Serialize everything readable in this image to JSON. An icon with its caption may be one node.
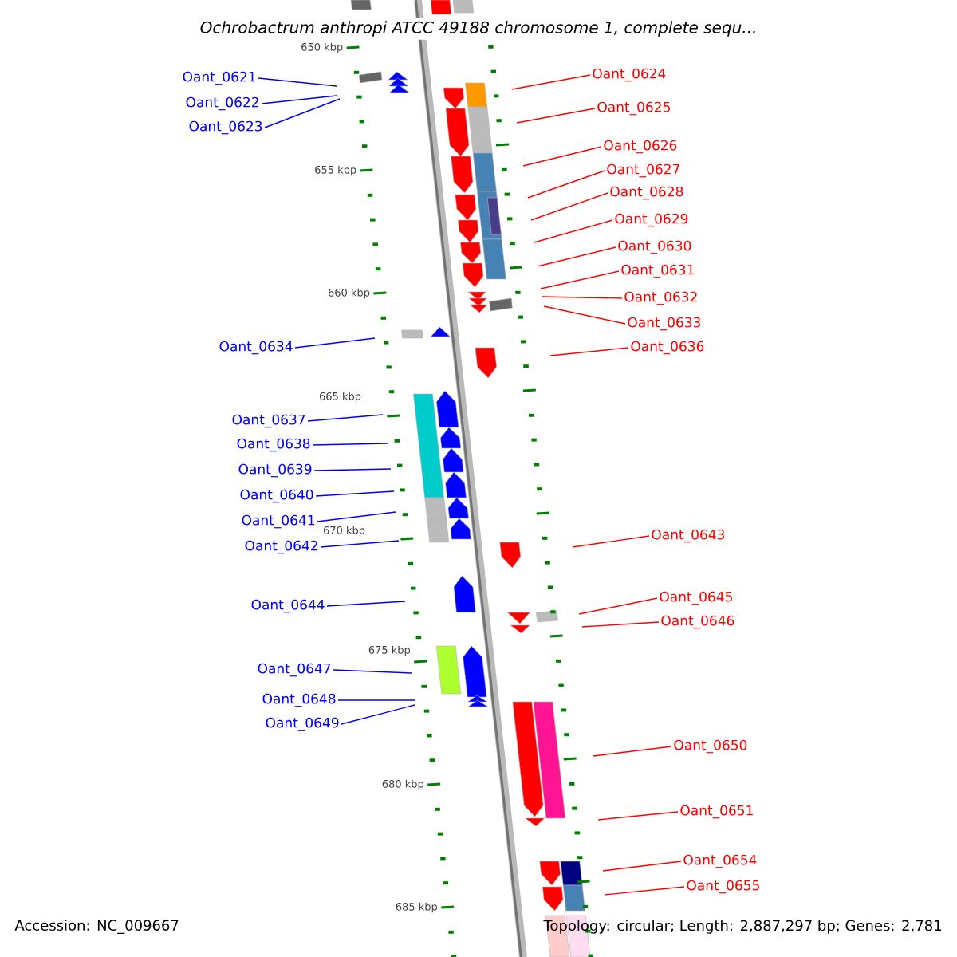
{
  "diagram": {
    "title": "Ochrobactrum anthropi ATCC 49188 chromosome 1, complete sequ...",
    "nodes": [
      {
        "text": [
          "Oant_0621"
        ]
      },
      {
        "text": [
          "Oant_0622"
        ]
      },
      {
        "text": [
          "Oant_0623"
        ]
      },
      {
        "text": [
          "Oant_0624"
        ]
      },
      {
        "text": [
          "Oant_0625"
        ]
      },
      {
        "text": [
          "Oant_0626"
        ]
      },
      {
        "text": [
          "Oant_0627"
        ]
      },
      {
        "text": [
          "Oant_0628"
        ]
      },
      {
        "text": [
          "Oant_0629"
        ]
      },
      {
        "text": [
          "Oant_0630"
        ]
      },
      {
        "text": [
          "Oant_0631"
        ]
      },
      {
        "text": [
          "Oant_0632"
        ]
      },
      {
        "text": [
          "Oant_0633"
        ]
      },
      {
        "text": [
          "Oant_0634"
        ]
      },
      {
        "text": [
          "Oant_0636"
        ]
      },
      {
        "text": [
          "Oant_0637"
        ]
      },
      {
        "text": [
          "Oant_0638"
        ]
      },
      {
        "text": [
          "Oant_0639"
        ]
      },
      {
        "text": [
          "Oant_0640"
        ]
      },
      {
        "text": [
          "Oant_0641"
        ]
      },
      {
        "text": [
          "Oant_0642"
        ]
      },
      {
        "text": [
          "Oant_0643"
        ]
      },
      {
        "text": [
          "Oant_0644"
        ]
      },
      {
        "text": [
          "Oant_0645"
        ]
      },
      {
        "text": [
          "Oant_0646"
        ]
      },
      {
        "text": [
          "Oant_0647"
        ]
      },
      {
        "text": [
          "Oant_0648"
        ]
      },
      {
        "text": [
          "Oant_0649"
        ]
      },
      {
        "text": [
          "Oant_0650"
        ]
      },
      {
        "text": [
          "Oant_0651"
        ]
      },
      {
        "text": [
          "Oant_0654"
        ]
      },
      {
        "text": [
          "Oant_0655"
        ]
      }
    ],
    "edges": [
      {
        "from": 0,
        "to": null,
        "arrow": "none",
        "color": "#0000ff"
      },
      {
        "from": 1,
        "to": null,
        "arrow": "none",
        "color": "#0000ff"
      },
      {
        "from": 2,
        "to": null,
        "arrow": "none",
        "color": "#0000ff"
      },
      {
        "from": 3,
        "to": null,
        "arrow": "none"
      },
      {
        "from": 4,
        "to": null,
        "arrow": "none"
      },
      {
        "from": 5,
        "to": null,
        "arrow": "none"
      },
      {
        "from": 6,
        "to": null,
        "arrow": "none"
      },
      {
        "from": 7,
        "to": null,
        "arrow": "none"
      },
      {
        "from": 8,
        "to": null,
        "arrow": "none"
      },
      {
        "from": 9,
        "to": null,
        "arrow": "none"
      },
      {
        "from": 10,
        "to": null,
        "arrow": "none"
      },
      {
        "from": 11,
        "to": null,
        "arrow": "none"
      },
      {
        "from": 12,
        "to": null,
        "arrow": "none"
      },
      {
        "from": 13,
        "to": null,
        "arrow": "none",
        "color": "#0000ff"
      },
      {
        "from": 14,
        "to": null,
        "arrow": "none"
      },
      {
        "from": 15,
        "to": null,
        "arrow": "none",
        "color": "#0000ff"
      },
      {
        "from": 16,
        "to": null,
        "arrow": "none",
        "color": "#0000ff"
      },
      {
        "from": 17,
        "to": null,
        "arrow": "none",
        "color": "#0000ff"
      },
      {
        "from": 18,
        "to": null,
        "arrow": "none",
        "color": "#0000ff"
      },
      {
        "from": 19,
        "to": null,
        "arrow": "none",
        "color": "#0000ff"
      },
      {
        "from": 20,
        "to": null,
        "arrow": "none",
        "color": "#0000ff"
      },
      {
        "from": 21,
        "to": null,
        "arrow": "none"
      },
      {
        "from": 22,
        "to": null,
        "arrow": "none",
        "color": "#0000ff"
      },
      {
        "from": 23,
        "to": null,
        "arrow": "none"
      },
      {
        "from": 24,
        "to": null,
        "arrow": "none"
      },
      {
        "from": 25,
        "to": null,
        "arrow": "none",
        "color": "#0000ff"
      },
      {
        "from": 26,
        "to": null,
        "arrow": "none",
        "color": "#0000ff"
      },
      {
        "from": 27,
        "to": null,
        "arrow": "none",
        "color": "#0000ff"
      },
      {
        "from": 28,
        "to": null,
        "arrow": "none"
      },
      {
        "from": 29,
        "to": null,
        "arrow": "none"
      },
      {
        "from": 30,
        "to": null,
        "arrow": "none"
      },
      {
        "from": 31,
        "to": null,
        "arrow": "none"
      }
    ],
    "labels": [
      "650 kbp",
      "655 kbp",
      "660 kbp",
      "665 kbp",
      "670 kbp",
      "675 kbp",
      "680 kbp",
      "685 kbp",
      "Accession: NC_009667",
      "Topology: circular; Length: 2,887,297 bp; Genes: 2,781"
    ]
  }
}
